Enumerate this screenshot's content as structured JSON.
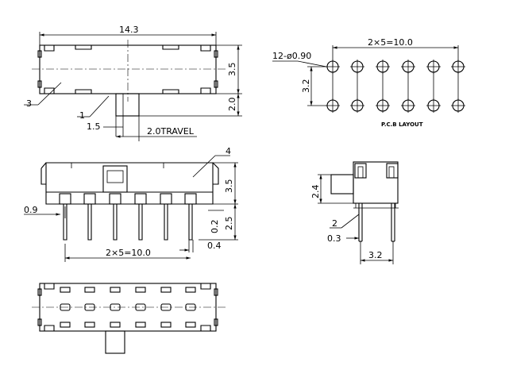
{
  "dimensions": {
    "body_length": "14.3",
    "body_height": "3.5",
    "pin_offset_top": "2.0",
    "leader_3": "3",
    "leader_1": "1",
    "dim_1_5": "1.5",
    "travel": "2.0TRAVEL",
    "pin_count_dia": "12-ø0.90",
    "pcb_pitch": "2×5=10.0",
    "pcb_row_spacing": "3.2",
    "pcb_layout_label": "P.C.B LAYOUT",
    "leader_4": "4",
    "front_height": "3.5",
    "pin_length": "2.5",
    "lead_offset": "0.2",
    "lead_width_left": "0.9",
    "lead_thickness": "0.4",
    "front_pitch": "2×5=10.0",
    "side_actuator_height": "2.4",
    "leader_2": "2",
    "side_lead_thickness": "0.3",
    "side_pin_spacing": "3.2"
  }
}
